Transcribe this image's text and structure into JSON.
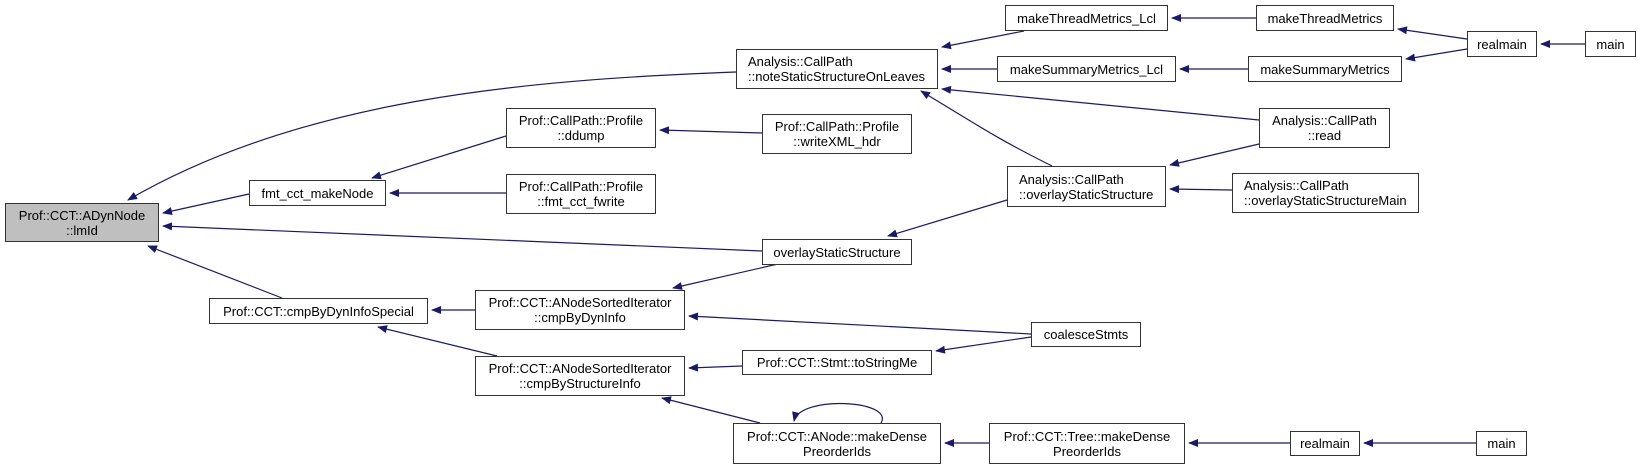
{
  "diagram": {
    "type": "caller-graph",
    "colors": {
      "edge": "#191970",
      "node_border": "#333333",
      "root_fill": "#bfbfbf",
      "node_fill": "#ffffff"
    },
    "nodes": [
      {
        "id": "root",
        "lines": [
          "Prof::CCT::ADynNode",
          "::lmId"
        ],
        "align": "center",
        "root": true
      },
      {
        "id": "fmt_cct_makeNode",
        "lines": [
          "fmt_cct_makeNode"
        ],
        "align": "center"
      },
      {
        "id": "cmpByDynInfoSpecial",
        "lines": [
          "Prof::CCT::cmpByDynInfoSpecial"
        ],
        "align": "center"
      },
      {
        "id": "noteStatic",
        "lines": [
          "Analysis::CallPath",
          "::noteStaticStructureOnLeaves"
        ],
        "align": "left"
      },
      {
        "id": "ddump",
        "lines": [
          "Prof::CallPath::Profile",
          "::ddump"
        ],
        "align": "center"
      },
      {
        "id": "fmt_cct_fwrite",
        "lines": [
          "Prof::CallPath::Profile",
          "::fmt_cct_fwrite"
        ],
        "align": "center"
      },
      {
        "id": "writeXML_hdr",
        "lines": [
          "Prof::CallPath::Profile",
          "::writeXML_hdr"
        ],
        "align": "center"
      },
      {
        "id": "overlayStaticStructure",
        "lines": [
          "overlayStaticStructure"
        ],
        "align": "center"
      },
      {
        "id": "cmpByDynInfo",
        "lines": [
          "Prof::CCT::ANodeSortedIterator",
          "::cmpByDynInfo"
        ],
        "align": "center"
      },
      {
        "id": "cmpByStructureInfo",
        "lines": [
          "Prof::CCT::ANodeSortedIterator",
          "::cmpByStructureInfo"
        ],
        "align": "center"
      },
      {
        "id": "makeThreadMetrics_Lcl",
        "lines": [
          "makeThreadMetrics_Lcl"
        ],
        "align": "center"
      },
      {
        "id": "makeSummaryMetrics_Lcl",
        "lines": [
          "makeSummaryMetrics_Lcl"
        ],
        "align": "center"
      },
      {
        "id": "acp_overlay",
        "lines": [
          "Analysis::CallPath",
          "::overlayStaticStructure"
        ],
        "align": "left"
      },
      {
        "id": "toStringMe",
        "lines": [
          "Prof::CCT::Stmt::toStringMe"
        ],
        "align": "center"
      },
      {
        "id": "anode_makeDense",
        "lines": [
          "Prof::CCT::ANode::makeDense",
          "PreorderIds"
        ],
        "align": "center"
      },
      {
        "id": "makeThreadMetrics",
        "lines": [
          "makeThreadMetrics"
        ],
        "align": "center"
      },
      {
        "id": "makeSummaryMetrics",
        "lines": [
          "makeSummaryMetrics"
        ],
        "align": "center"
      },
      {
        "id": "acp_read",
        "lines": [
          "Analysis::CallPath",
          "::read"
        ],
        "align": "center"
      },
      {
        "id": "acp_overlayMain",
        "lines": [
          "Analysis::CallPath",
          "::overlayStaticStructureMain"
        ],
        "align": "left"
      },
      {
        "id": "coalesceStmts",
        "lines": [
          "coalesceStmts"
        ],
        "align": "center"
      },
      {
        "id": "tree_makeDense",
        "lines": [
          "Prof::CCT::Tree::makeDense",
          "PreorderIds"
        ],
        "align": "center"
      },
      {
        "id": "realmain_top",
        "lines": [
          "realmain"
        ],
        "align": "center"
      },
      {
        "id": "main_top",
        "lines": [
          "main"
        ],
        "align": "center"
      },
      {
        "id": "realmain_bottom",
        "lines": [
          "realmain"
        ],
        "align": "center"
      },
      {
        "id": "main_bottom",
        "lines": [
          "main"
        ],
        "align": "center"
      }
    ],
    "edges": [
      {
        "from": "fmt_cct_makeNode",
        "to": "root"
      },
      {
        "from": "cmpByDynInfoSpecial",
        "to": "root"
      },
      {
        "from": "noteStatic",
        "to": "root"
      },
      {
        "from": "overlayStaticStructure",
        "to": "root"
      },
      {
        "from": "ddump",
        "to": "fmt_cct_makeNode"
      },
      {
        "from": "fmt_cct_fwrite",
        "to": "fmt_cct_makeNode"
      },
      {
        "from": "writeXML_hdr",
        "to": "ddump"
      },
      {
        "from": "cmpByDynInfo",
        "to": "cmpByDynInfoSpecial"
      },
      {
        "from": "cmpByStructureInfo",
        "to": "cmpByDynInfoSpecial"
      },
      {
        "from": "makeThreadMetrics_Lcl",
        "to": "noteStatic"
      },
      {
        "from": "makeSummaryMetrics_Lcl",
        "to": "noteStatic"
      },
      {
        "from": "acp_read",
        "to": "noteStatic"
      },
      {
        "from": "acp_overlay",
        "to": "noteStatic"
      },
      {
        "from": "acp_overlay",
        "to": "overlayStaticStructure"
      },
      {
        "from": "overlayStaticStructure",
        "to": "cmpByDynInfo"
      },
      {
        "from": "coalesceStmts",
        "to": "cmpByDynInfo"
      },
      {
        "from": "toStringMe",
        "to": "cmpByStructureInfo"
      },
      {
        "from": "anode_makeDense",
        "to": "cmpByStructureInfo"
      },
      {
        "from": "coalesceStmts",
        "to": "toStringMe"
      },
      {
        "from": "anode_makeDense",
        "to": "anode_makeDense"
      },
      {
        "from": "tree_makeDense",
        "to": "anode_makeDense"
      },
      {
        "from": "makeThreadMetrics",
        "to": "makeThreadMetrics_Lcl"
      },
      {
        "from": "makeSummaryMetrics",
        "to": "makeSummaryMetrics_Lcl"
      },
      {
        "from": "acp_read",
        "to": "acp_overlay"
      },
      {
        "from": "acp_overlayMain",
        "to": "acp_overlay"
      },
      {
        "from": "realmain_top",
        "to": "makeThreadMetrics"
      },
      {
        "from": "realmain_top",
        "to": "makeSummaryMetrics"
      },
      {
        "from": "main_top",
        "to": "realmain_top"
      },
      {
        "from": "realmain_bottom",
        "to": "tree_makeDense"
      },
      {
        "from": "main_bottom",
        "to": "realmain_bottom"
      }
    ]
  }
}
